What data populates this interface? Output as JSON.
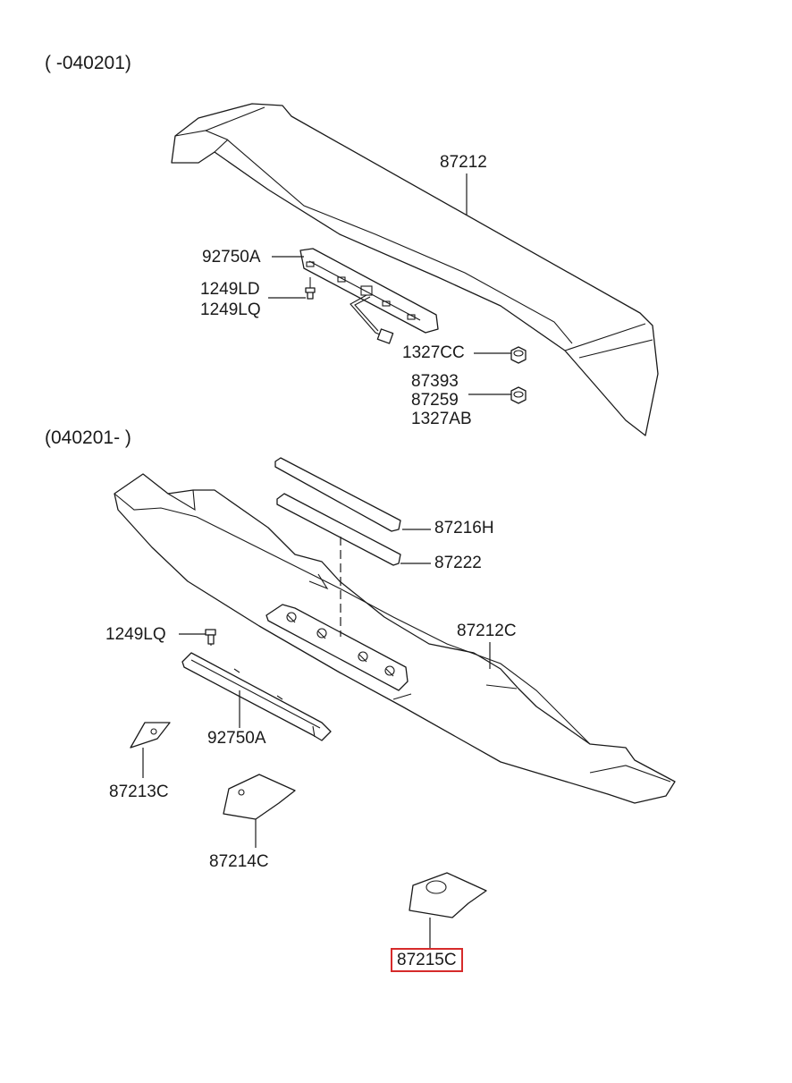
{
  "sections": {
    "before": "( -040201)",
    "after": "(040201- )"
  },
  "labels": {
    "p87212": "87212",
    "p92750A_top": "92750A",
    "p1249LD": "1249LD",
    "p1249LQ_top": "1249LQ",
    "p1327CC": "1327CC",
    "p87393": "87393",
    "p87259": "87259",
    "p1327AB": "1327AB",
    "p87216H": "87216H",
    "p87222": "87222",
    "p87212C": "87212C",
    "p1249LQ_bottom": "1249LQ",
    "p92750A_bottom": "92750A",
    "p87213C": "87213C",
    "p87214C": "87214C",
    "p87215C": "87215C"
  },
  "highlight": {
    "part": "87215C",
    "color": "#d62b2b"
  }
}
